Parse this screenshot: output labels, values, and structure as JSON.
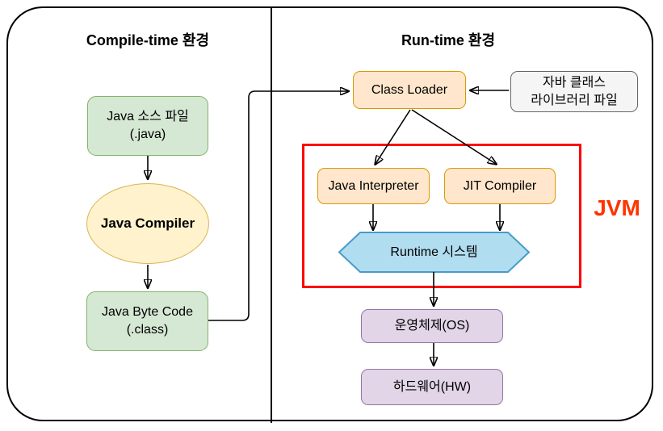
{
  "diagram": {
    "left_panel": {
      "title": "Compile-time 환경"
    },
    "right_panel": {
      "title": "Run-time 환경"
    },
    "nodes": {
      "java_source": {
        "line1": "Java 소스 파일",
        "line2": "(.java)"
      },
      "java_compiler": {
        "label": "Java Compiler"
      },
      "java_byte_code": {
        "line1": "Java Byte Code",
        "line2": "(.class)"
      },
      "class_loader": {
        "label": "Class Loader"
      },
      "java_class_library": {
        "line1": "자바 클래스",
        "line2": "라이브러리 파일"
      },
      "java_interpreter": {
        "label": "Java Interpreter"
      },
      "jit_compiler": {
        "label": "JIT Compiler"
      },
      "runtime_system": {
        "label": "Runtime 시스템"
      },
      "os": {
        "label": "운영체제(OS)"
      },
      "hardware": {
        "label": "하드웨어(HW)"
      },
      "jvm_label": "JVM"
    },
    "colors": {
      "green_fill": "#d5e8d4",
      "green_stroke": "#82b366",
      "yellow_fill": "#fff2cc",
      "yellow_stroke": "#d6b656",
      "orange_fill": "#ffe6cc",
      "orange_stroke": "#d79b00",
      "blue_fill": "#b1ddf0",
      "blue_stroke": "#4a9bc7",
      "purple_fill": "#e1d5e7",
      "purple_stroke": "#9673a6",
      "gray_fill": "#f5f5f5",
      "gray_stroke": "#666666",
      "jvm_box_stroke": "#ff0000",
      "jvm_text": "#ff3300",
      "line": "#000000"
    }
  }
}
